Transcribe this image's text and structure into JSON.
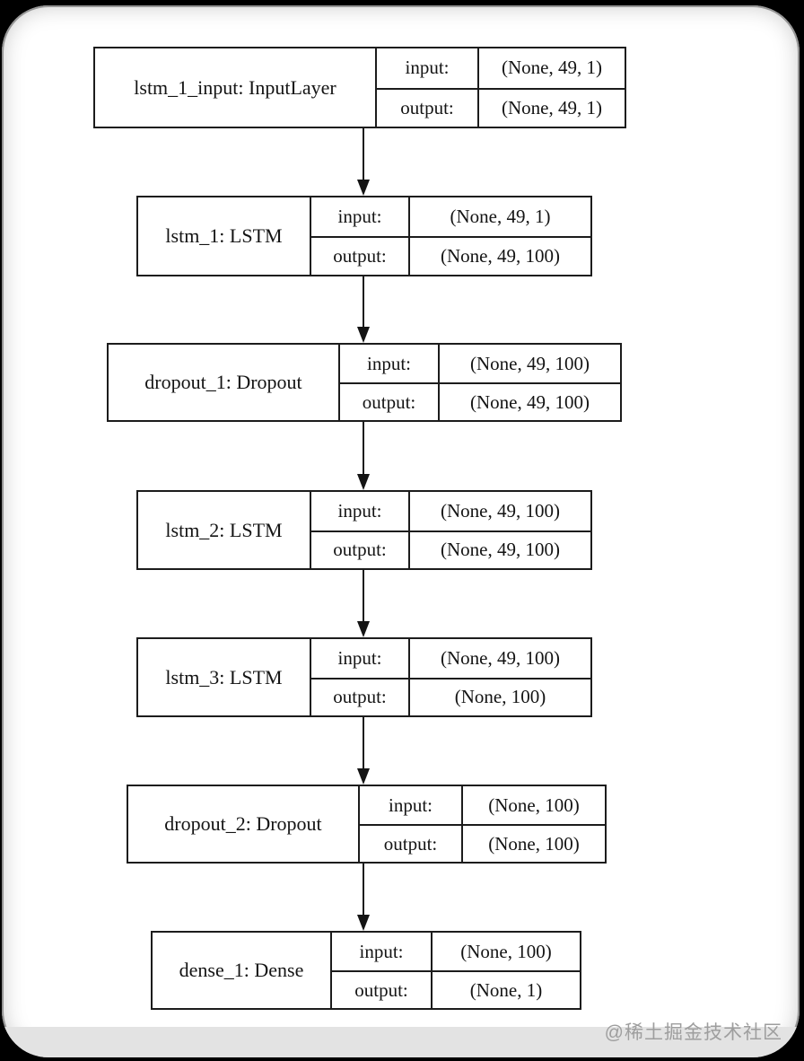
{
  "page": {
    "background_color": "#000000",
    "card_background_color": "#ffffff",
    "bottom_band_color": "#e3e3e3",
    "line_color": "#1c1c1c"
  },
  "watermark": {
    "text": "@稀土掘金技术社区",
    "color": "#9e9e9e"
  },
  "diagram": {
    "type": "model-architecture-flowchart",
    "direction": "top-to-bottom",
    "nodes": [
      {
        "name": "lstm_1_input: InputLayer",
        "input_label": "input:",
        "output_label": "output:",
        "input_shape": "(None, 49, 1)",
        "output_shape": "(None, 49, 1)"
      },
      {
        "name": "lstm_1: LSTM",
        "input_label": "input:",
        "output_label": "output:",
        "input_shape": "(None, 49, 1)",
        "output_shape": "(None, 49, 100)"
      },
      {
        "name": "dropout_1: Dropout",
        "input_label": "input:",
        "output_label": "output:",
        "input_shape": "(None, 49, 100)",
        "output_shape": "(None, 49, 100)"
      },
      {
        "name": "lstm_2: LSTM",
        "input_label": "input:",
        "output_label": "output:",
        "input_shape": "(None, 49, 100)",
        "output_shape": "(None, 49, 100)"
      },
      {
        "name": "lstm_3: LSTM",
        "input_label": "input:",
        "output_label": "output:",
        "input_shape": "(None, 49, 100)",
        "output_shape": "(None, 100)"
      },
      {
        "name": "dropout_2: Dropout",
        "input_label": "input:",
        "output_label": "output:",
        "input_shape": "(None, 100)",
        "output_shape": "(None, 100)"
      },
      {
        "name": "dense_1: Dense",
        "input_label": "input:",
        "output_label": "output:",
        "input_shape": "(None, 100)",
        "output_shape": "(None, 1)"
      }
    ],
    "edges": [
      {
        "from": "lstm_1_input: InputLayer",
        "to": "lstm_1: LSTM"
      },
      {
        "from": "lstm_1: LSTM",
        "to": "dropout_1: Dropout"
      },
      {
        "from": "dropout_1: Dropout",
        "to": "lstm_2: LSTM"
      },
      {
        "from": "lstm_2: LSTM",
        "to": "lstm_3: LSTM"
      },
      {
        "from": "lstm_3: LSTM",
        "to": "dropout_2: Dropout"
      },
      {
        "from": "dropout_2: Dropout",
        "to": "dense_1: Dense"
      }
    ]
  }
}
